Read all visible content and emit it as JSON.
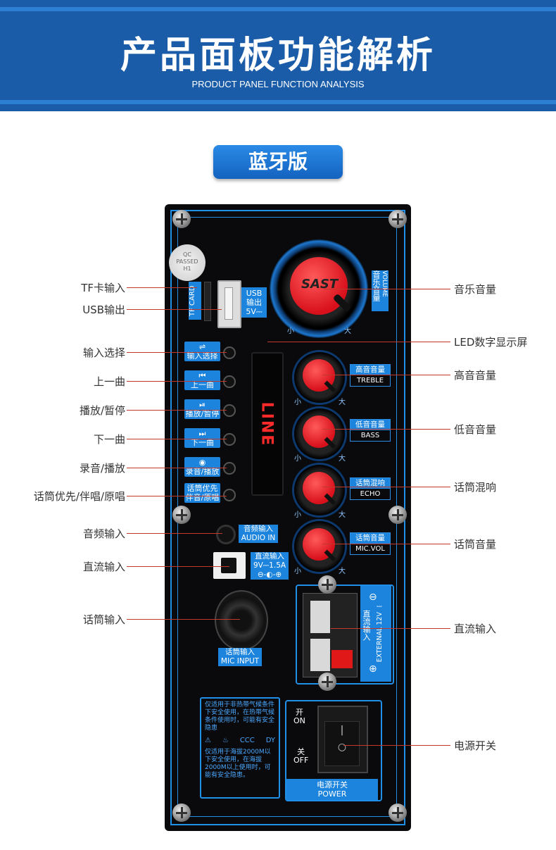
{
  "header": {
    "title": "产品面板功能解析",
    "subtitle": "PRODUCT PANEL FUNCTION ANALYSIS"
  },
  "version_badge": "蓝牙版",
  "callouts_left": {
    "tf": "TF卡输入",
    "usb": "USB输出",
    "input_select": "输入选择",
    "prev": "上一曲",
    "play": "播放/暂停",
    "next": "下一曲",
    "record": "录音/播放",
    "mic_priority": "话筒优先/伴唱/原唱",
    "audio_in": "音频输入",
    "dc_in": "直流输入",
    "mic_in": "话筒输入"
  },
  "callouts_right": {
    "volume": "音乐音量",
    "led": "LED数字显示屏",
    "treble": "高音音量",
    "bass": "低音音量",
    "echo": "话筒混响",
    "mic_vol": "话筒音量",
    "dc_in": "直流输入",
    "power": "电源开关"
  },
  "panel": {
    "qc": [
      "QC",
      "PASSED",
      "H1"
    ],
    "tf_card": "TF CARD",
    "usb": {
      "line1": "USB",
      "line2": "输出",
      "line3": "5V⎓"
    },
    "buttons": [
      {
        "icon": "⇌",
        "label": "输入选择"
      },
      {
        "icon": "⏮",
        "label": "上一曲"
      },
      {
        "icon": "⏯",
        "label": "播放/暂停"
      },
      {
        "icon": "⏭",
        "label": "下一曲"
      },
      {
        "icon": "◉",
        "label": "录音/播放"
      },
      {
        "icon": "话筒优先",
        "label": "伴音/原唱"
      }
    ],
    "led_text": "LINE",
    "volume_tag": {
      "cn": "音乐音量",
      "en": "VOLUME"
    },
    "knob_logo": "SAST",
    "min": "小",
    "max": "大",
    "knobs": [
      {
        "cn": "高音音量",
        "en": "TREBLE"
      },
      {
        "cn": "低音音量",
        "en": "BASS"
      },
      {
        "cn": "话筒混响",
        "en": "ECHO"
      },
      {
        "cn": "话筒音量",
        "en": "MIC.VOL"
      }
    ],
    "audio_in": {
      "cn": "音频输入",
      "en": "AUDIO IN"
    },
    "dc_in": {
      "cn": "直流输入",
      "spec": "9V⎓1.5A",
      "polarity": "⊖-◐-⊕"
    },
    "mic_input": {
      "cn": "话筒输入",
      "en": "MIC INPUT"
    },
    "external": {
      "cn": "直流输入",
      "en": "EXTERNAL 12V ⎓",
      "minus": "⊖",
      "plus": "⊕"
    },
    "warning": {
      "top": "仅适用于非热带气候条件下安全使用，在热带气候条件使用时，可能有安全隐患",
      "bottom": "仅适用于海拔2000M以下安全使用，在海拔2000M以上使用时，可能有安全隐患。",
      "icons": [
        "⚠",
        "♨",
        "CCC",
        "DY"
      ]
    },
    "power": {
      "on_cn": "开",
      "on_en": "ON",
      "off_cn": "关",
      "off_en": "OFF",
      "cn": "电源开关",
      "en": "POWER"
    }
  }
}
